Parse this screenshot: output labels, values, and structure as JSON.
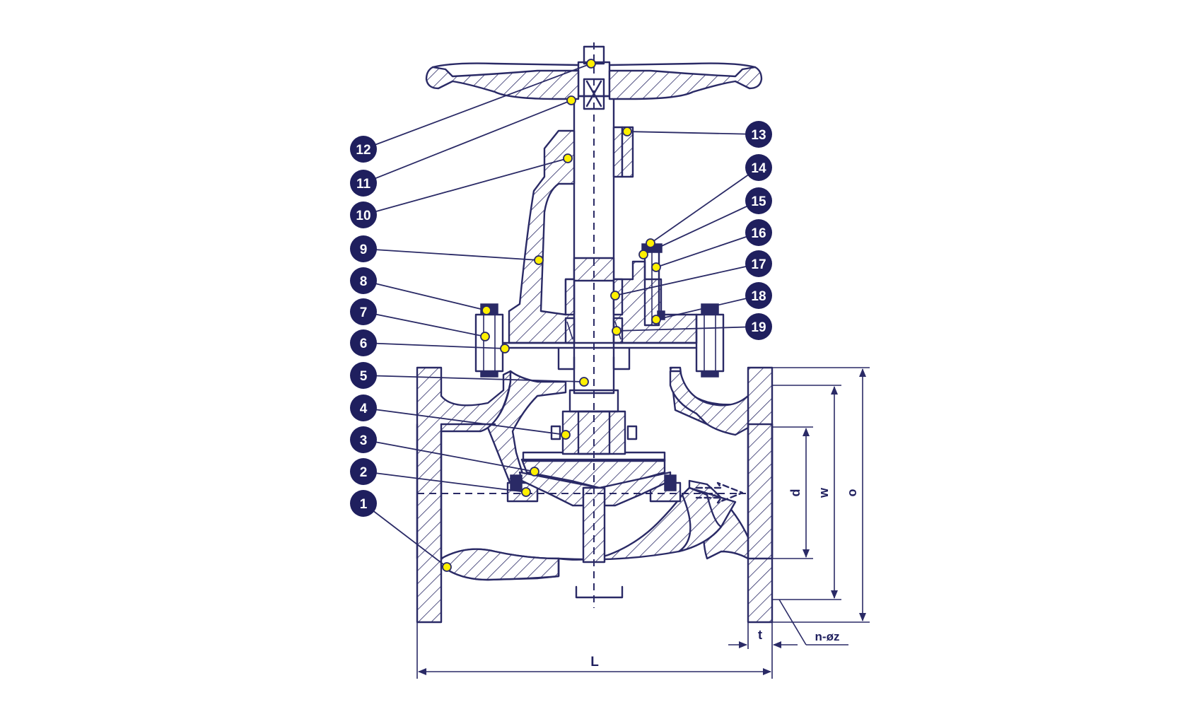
{
  "diagram": {
    "callouts": [
      "1",
      "2",
      "3",
      "4",
      "5",
      "6",
      "7",
      "8",
      "9",
      "10",
      "11",
      "12",
      "13",
      "14",
      "15",
      "16",
      "17",
      "18",
      "19"
    ],
    "dimensions": {
      "L": "L",
      "t": "t",
      "d": "d",
      "w": "w",
      "o": "o",
      "nz": "n-øz"
    }
  },
  "colors": {
    "line": "#2a2a66",
    "badge": "#1f1f5e",
    "marker": "#fff000"
  }
}
